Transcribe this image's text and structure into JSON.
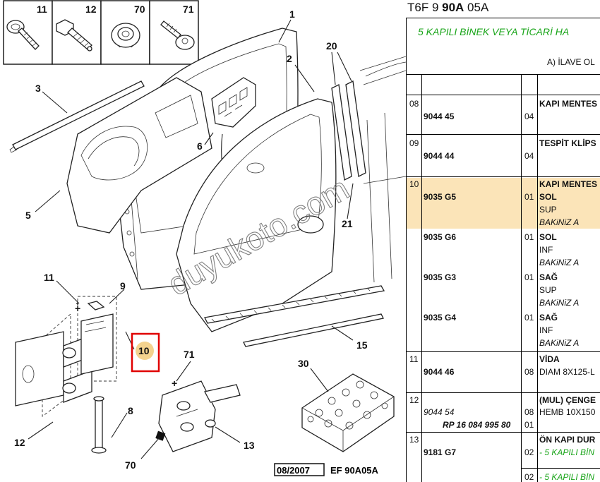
{
  "diagram": {
    "inset_labels": [
      "11",
      "12",
      "70",
      "71"
    ],
    "callouts": [
      "1",
      "2",
      "3",
      "5",
      "6",
      "9",
      "10",
      "11",
      "12",
      "13",
      "15",
      "20",
      "21",
      "30",
      "70",
      "71",
      "8"
    ],
    "stamp_date": "08/2007",
    "stamp_code": "EF 90A05A",
    "watermark": "duyukoto.com",
    "highlight_color": "#e00000"
  },
  "panel": {
    "ref_prefix": "T6F 9 ",
    "ref_bold": "90A",
    "ref_suffix": " 05A",
    "subtitle": "5 KAPILI BİNEK VEYA TİCARİ HA",
    "section": "A) İLAVE OL",
    "rows": [
      {
        "num": "08",
        "part": "9044 45",
        "qty": "04",
        "desc": "KAPI MENTES"
      },
      {
        "num": "09",
        "part": "9044 44",
        "qty": "04",
        "desc": "TESPİT KLİPS"
      },
      {
        "num": "10",
        "part": "9035 G5",
        "qty": "01",
        "desc": "KAPI MENTES",
        "l1": "SOL",
        "l2": "SUP",
        "l3": "BAKiNiZ A"
      },
      {
        "part": "9035 G6",
        "qty": "01",
        "l1": "SOL",
        "l2": "INF",
        "l3": "BAKiNiZ A"
      },
      {
        "part": "9035 G3",
        "qty": "01",
        "l1": "SAĞ",
        "l2": "SUP",
        "l3": "BAKiNiZ A"
      },
      {
        "part": "9035 G4",
        "qty": "01",
        "l1": "SAĞ",
        "l2": "INF",
        "l3": "BAKiNiZ A"
      },
      {
        "num": "11",
        "part": "9044 46",
        "qty": "08",
        "desc": "VİDA",
        "l1": "DIAM 8X125-L"
      },
      {
        "num": "12",
        "part": "9044 54",
        "qty": "08",
        "desc": "(MUL) ÇENGE",
        "l1": "HEMB 10X150",
        "rp": "RP 16 084 995 80",
        "rp_qty": "01"
      },
      {
        "num": "13",
        "part": "9181 G7",
        "qty": "02",
        "desc": "ÖN KAPI DUR",
        "l1": "- 5 KAPILI BİN",
        "qty2": "02",
        "l2": "- 5 KAPILI BİN"
      }
    ],
    "highlight_row_color": "#fbe4b8",
    "green_color": "#1aa51a"
  }
}
